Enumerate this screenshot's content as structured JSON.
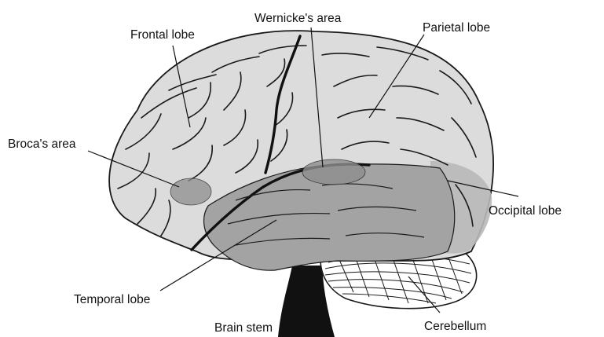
{
  "labels": {
    "wernicke": "Wernicke's area",
    "frontal": "Frontal lobe",
    "parietal": "Parietal lobe",
    "broca": "Broca's area",
    "occipital": "Occipital lobe",
    "temporal": "Temporal lobe",
    "brain_stem": "Brain stem",
    "cerebellum": "Cerebellum"
  },
  "colors": {
    "cortex_fill": "#dcdcdc",
    "temporal_fill": "#a3a3a3",
    "occipital_fill": "#b8b8b8",
    "highlight_area": "#8e8e8e",
    "brain_stem": "#111111",
    "outline": "#1a1a1a"
  }
}
